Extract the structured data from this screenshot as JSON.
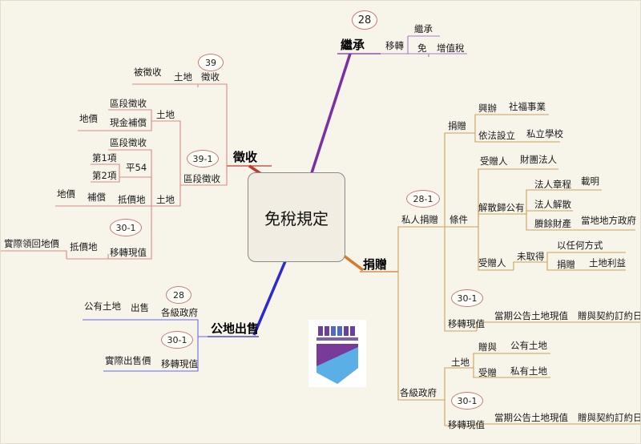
{
  "center": "免稅規定",
  "inherit": {
    "title": "繼承",
    "badge": "28",
    "transfer": "移轉",
    "inherit_item": "繼承",
    "exempt": "免",
    "vat": "增值稅"
  },
  "levy": {
    "title": "徵收",
    "badge39": "39",
    "levy1": "徵收",
    "land1": "土地",
    "expropriated": "被徵收",
    "badge391": "39-1",
    "zone_levy": "區段徵收",
    "land2": "土地",
    "zone_levy_a": "區段徵收",
    "cash_comp": "現金補償",
    "land_price_a": "地價",
    "land3": "土地",
    "zone_levy_b": "區段徵收",
    "item1": "第1項",
    "item2": "第2項",
    "flat54": "平54",
    "comp": "補償",
    "land_price_b": "地價",
    "offset_land": "抵價地",
    "badge301": "30-1",
    "transfer_value": "移轉現值",
    "offset_land2": "抵價地",
    "actual_refund": "實際領回地價"
  },
  "sale": {
    "title": "公地出售",
    "badge28": "28",
    "gov": "各級政府",
    "sell": "出售",
    "public_land": "公有土地",
    "badge301": "30-1",
    "transfer_value": "移轉現值",
    "actual_price": "實際出售價"
  },
  "donate": {
    "title": "捐贈",
    "badge281": "28-1",
    "private_donate": "私人捐贈",
    "gift": "捐贈",
    "establish": "興辦",
    "welfare": "社福事業",
    "legal_setup": "依法設立",
    "private_school": "私立學校",
    "condition": "條件",
    "donee": "受贈人",
    "foundation": "財團法人",
    "dissolve_public": "解散歸公有",
    "charter": "法人章程",
    "stated": "載明",
    "dissolve": "法人解散",
    "residual": "賸餘財產",
    "local_gov": "當地地方政府",
    "donee2": "受贈人",
    "not_obtain": "未取得",
    "any_means": "以任何方式",
    "gift2": "捐贈",
    "land_benefit": "土地利益",
    "badge301a": "30-1",
    "transfer_value_a": "移轉現值",
    "announced_a": "當期公告土地現值",
    "contract_day_a": "贈與契約訂約日",
    "gov_levels": "各級政府",
    "land": "土地",
    "give": "贈與",
    "public_land": "公有土地",
    "receive": "受贈",
    "private_land": "私有土地",
    "badge301b": "30-1",
    "transfer_value_b": "移轉現值",
    "announced_b": "當期公告土地現值",
    "contract_day_b": "贈與契約訂約日"
  },
  "colors": {
    "levy": "#c0392b",
    "inherit": "#7b2fa5",
    "donate": "#d9782a",
    "sale": "#2a2ad0",
    "leaf_line": "#c9a25a"
  }
}
